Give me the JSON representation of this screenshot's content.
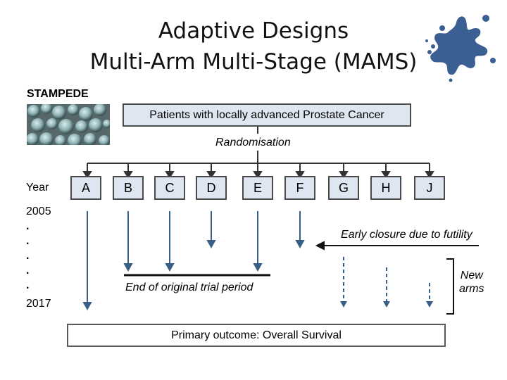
{
  "title": {
    "line1": "Adaptive Designs",
    "line2": "Multi-Arm Multi-Stage (MAMS)"
  },
  "trial_name": "STAMPEDE",
  "patients_box": "Patients with locally advanced Prostate Cancer",
  "randomisation_label": "Randomisation",
  "year_label": "Year",
  "years": {
    "start": "2005",
    "dots": [
      ".",
      ".",
      ".",
      ".",
      "."
    ],
    "end": "2017"
  },
  "arms": [
    "A",
    "B",
    "C",
    "D",
    "E",
    "F",
    "G",
    "H",
    "J"
  ],
  "early_closure_label": "Early closure due to futility",
  "end_of_original_label": "End of original trial period",
  "new_arms_label": {
    "line1": "New",
    "line2": "arms"
  },
  "primary_outcome_box": "Primary outcome: Overall Survival",
  "colors": {
    "box_fill": "#dde6f1",
    "arrow": "#3a5f86",
    "logo": "#3a5f93"
  }
}
